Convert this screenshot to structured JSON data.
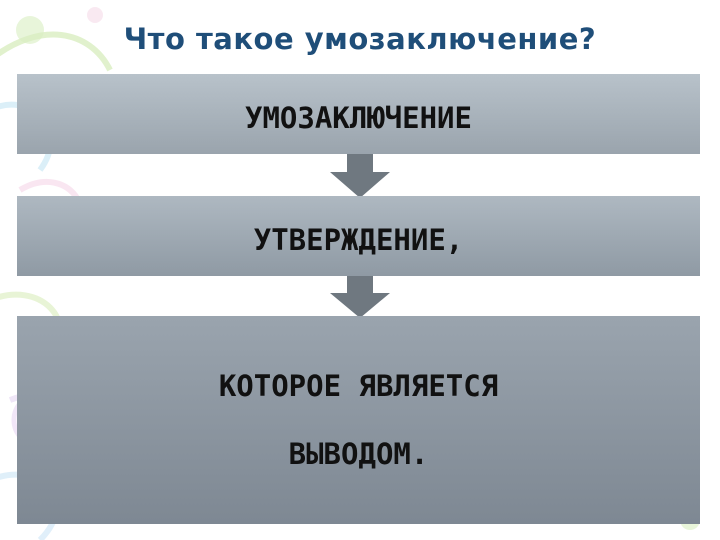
{
  "title": "Что такое умозаключение?",
  "flow": {
    "step1": "УМОЗАКЛЮЧЕНИЕ",
    "step2": "УТВЕРЖДЕНИЕ,",
    "step3_line1": "КОТОРОЕ ЯВЛЯЕТСЯ",
    "step3_line2": "ВЫВОДОМ."
  },
  "colors": {
    "title": "#1f4e79",
    "box_light": "#b8c2ca",
    "box_dark": "#7e8893",
    "arrow": "#6f7880"
  },
  "decoration": "pastel-swirl-background"
}
